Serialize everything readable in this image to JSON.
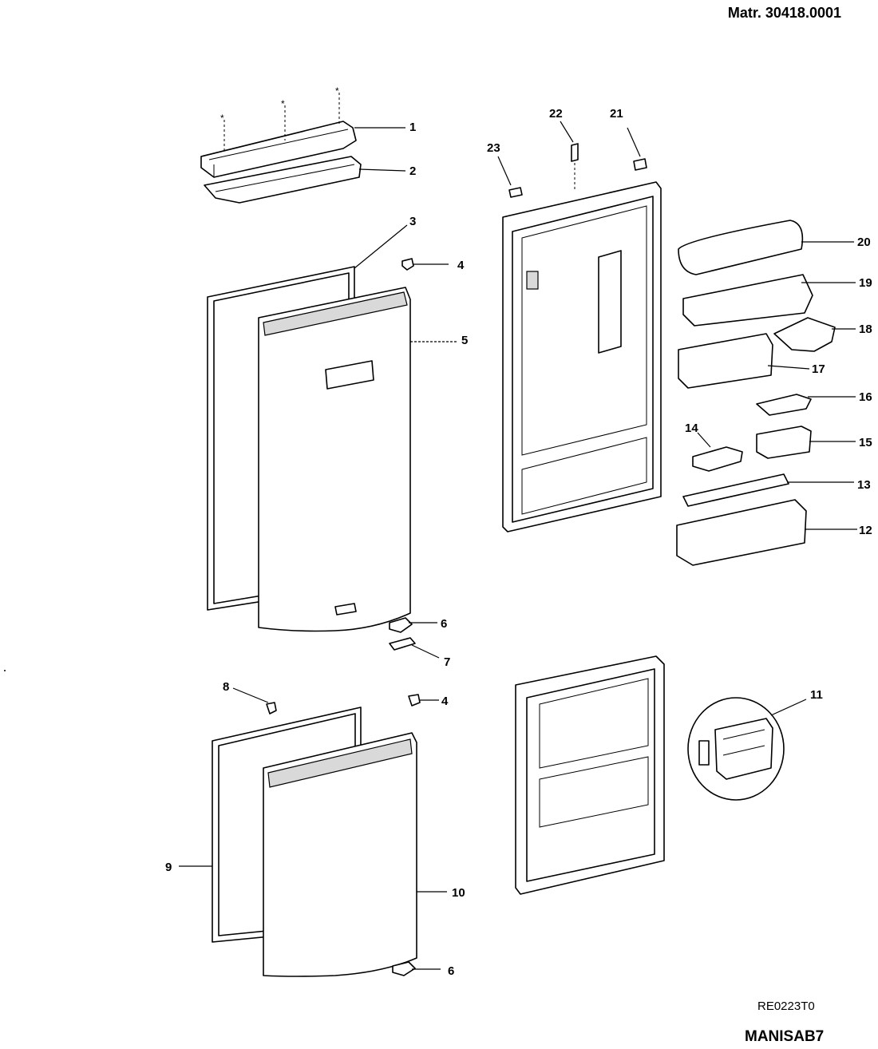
{
  "header": {
    "material_number": "Matr. 30418.0001"
  },
  "footer": {
    "drawing_code": "RE0223T0",
    "model": "MANISAB7"
  },
  "callouts": [
    {
      "id": "c1",
      "label": "1"
    },
    {
      "id": "c2",
      "label": "2"
    },
    {
      "id": "c3",
      "label": "3"
    },
    {
      "id": "c4a",
      "label": "4"
    },
    {
      "id": "c5",
      "label": "5"
    },
    {
      "id": "c6a",
      "label": "6"
    },
    {
      "id": "c7",
      "label": "7"
    },
    {
      "id": "c8",
      "label": "8"
    },
    {
      "id": "c4b",
      "label": "4"
    },
    {
      "id": "c9",
      "label": "9"
    },
    {
      "id": "c10",
      "label": "10"
    },
    {
      "id": "c6b",
      "label": "6"
    },
    {
      "id": "c11",
      "label": "11"
    },
    {
      "id": "c12",
      "label": "12"
    },
    {
      "id": "c13",
      "label": "13"
    },
    {
      "id": "c14",
      "label": "14"
    },
    {
      "id": "c15",
      "label": "15"
    },
    {
      "id": "c16",
      "label": "16"
    },
    {
      "id": "c17",
      "label": "17"
    },
    {
      "id": "c18",
      "label": "18"
    },
    {
      "id": "c19",
      "label": "19"
    },
    {
      "id": "c20",
      "label": "20"
    },
    {
      "id": "c21",
      "label": "21"
    },
    {
      "id": "c22",
      "label": "22"
    },
    {
      "id": "c23",
      "label": "23"
    }
  ]
}
